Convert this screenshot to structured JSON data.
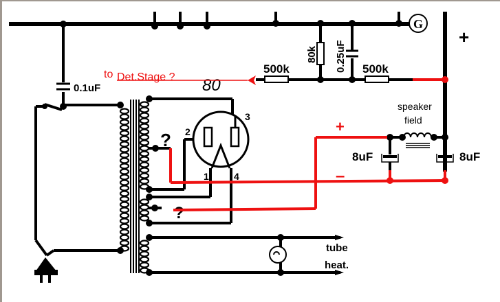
{
  "colors": {
    "wire": "#000000",
    "modification": "#ee1111",
    "frame": "#a09890",
    "background": "#ffffff"
  },
  "labels": {
    "coupling_cap": "0.1uF",
    "det_to": "to",
    "det_stage": "Det.Stage ?",
    "tube_type": "80",
    "r_left": "500k",
    "r_shunt": "80k",
    "c_shunt": "0.25uF",
    "r_right": "500k",
    "ground_symbol": "G",
    "bplus": "+",
    "speaker_line1": "speaker",
    "speaker_line2": "field",
    "cap_left": "8uF",
    "cap_right": "8uF",
    "plus_sign": "+",
    "minus_sign": "–",
    "question_upper": "?",
    "question_lower": "?",
    "pin1": "1",
    "pin2": "2",
    "pin3": "3",
    "pin4": "4",
    "heater_line1": "tube",
    "heater_line2": "heat."
  },
  "icons": [
    "transformer-icon",
    "rectifier-tube-icon",
    "pilot-lamp-icon",
    "power-plug-icon",
    "power-switch-icon",
    "ground-G-icon",
    "inductor-icon",
    "electrolytic-capacitor-icon",
    "resistor-icon"
  ]
}
